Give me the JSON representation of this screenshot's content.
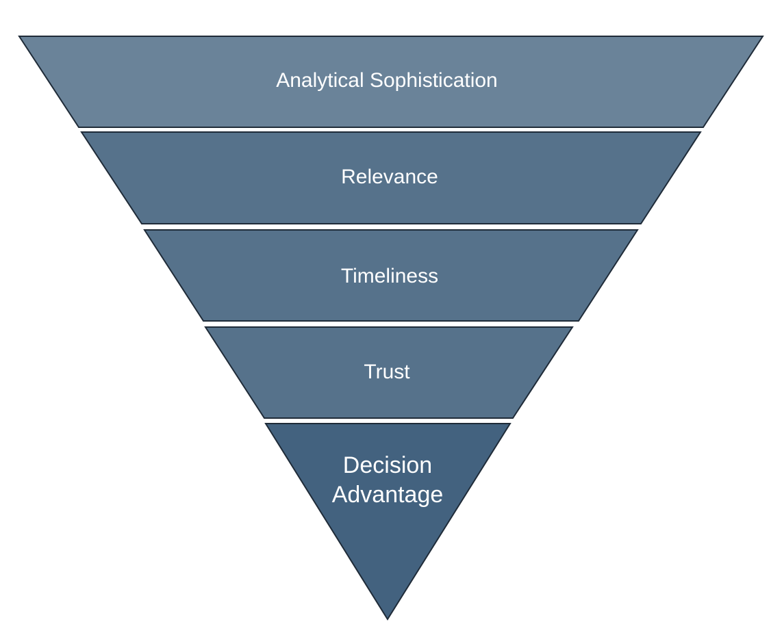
{
  "diagram": {
    "type": "inverted-pyramid",
    "tiers": [
      {
        "label": "Analytical Sophistication",
        "color": "#6a8399"
      },
      {
        "label": "Relevance",
        "color": "#56728b"
      },
      {
        "label": "Timeliness",
        "color": "#56728b"
      },
      {
        "label": "Trust",
        "color": "#56728b"
      },
      {
        "label_lines": [
          "Decision",
          "Advantage"
        ],
        "color": "#43627f"
      }
    ],
    "outline_color": "#1f2b38"
  }
}
